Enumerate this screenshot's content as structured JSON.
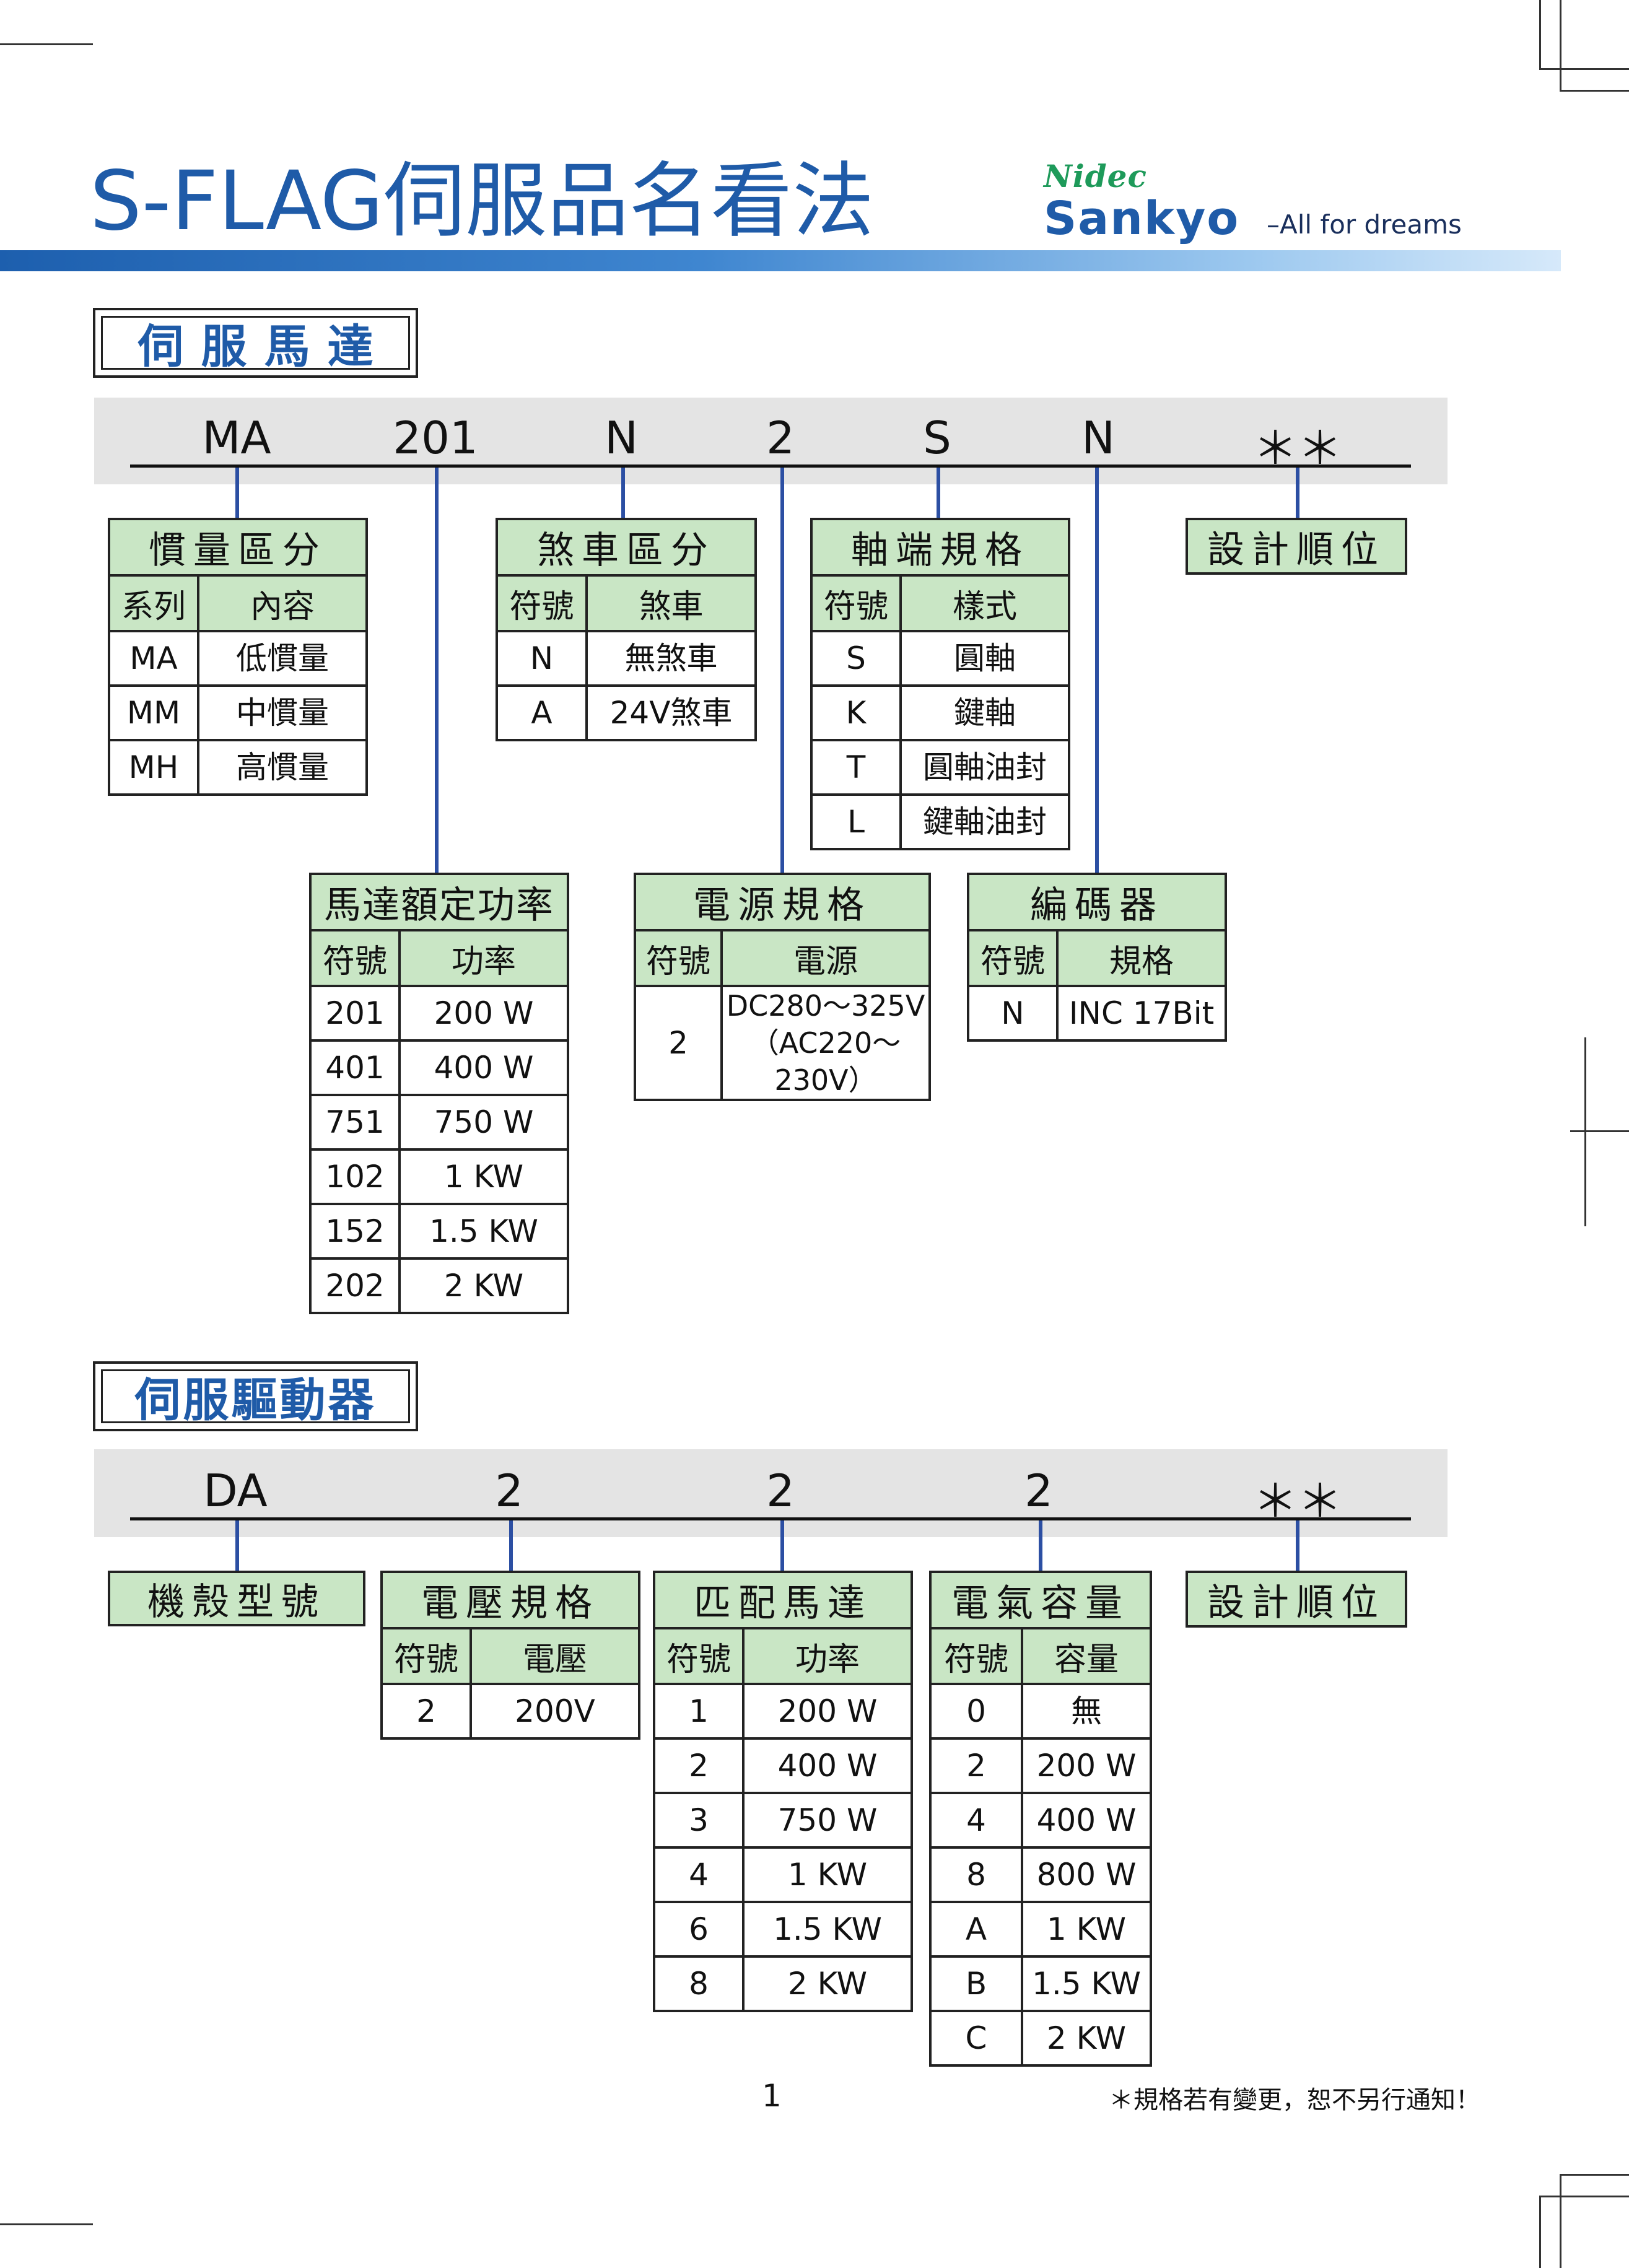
{
  "header": {
    "title": "S-FLAG伺服品名看法",
    "logo_nidec": "Nidec",
    "logo_sankyo": "Sankyo",
    "slogan": "All for dreams"
  },
  "motor": {
    "section_title": "伺服馬達",
    "code": [
      "MA",
      "201",
      "N",
      "2",
      "S",
      "N",
      "＊＊"
    ],
    "inertia": {
      "title": "慣量區分",
      "headers": [
        "系列",
        "內容"
      ],
      "rows": [
        [
          "MA",
          "低慣量"
        ],
        [
          "MM",
          "中慣量"
        ],
        [
          "MH",
          "高慣量"
        ]
      ]
    },
    "brake": {
      "title": "煞車區分",
      "headers": [
        "符號",
        "煞車"
      ],
      "rows": [
        [
          "N",
          "無煞車"
        ],
        [
          "A",
          "24V煞車"
        ]
      ]
    },
    "shaft": {
      "title": "軸端規格",
      "headers": [
        "符號",
        "樣式"
      ],
      "rows": [
        [
          "S",
          "圓軸"
        ],
        [
          "K",
          "鍵軸"
        ],
        [
          "T",
          "圓軸油封"
        ],
        [
          "L",
          "鍵軸油封"
        ]
      ]
    },
    "design_order": "設計順位",
    "power": {
      "title": "馬達額定功率",
      "headers": [
        "符號",
        "功率"
      ],
      "rows": [
        [
          "201",
          "200 W"
        ],
        [
          "401",
          "400 W"
        ],
        [
          "751",
          "750 W"
        ],
        [
          "102",
          "1 KW"
        ],
        [
          "152",
          "1.5 KW"
        ],
        [
          "202",
          "2 KW"
        ]
      ]
    },
    "supply": {
      "title": "電源規格",
      "headers": [
        "符號",
        "電源"
      ],
      "rows": [
        [
          "2",
          "DC280～325V",
          "（AC220～230V）"
        ]
      ]
    },
    "encoder": {
      "title": "編碼器",
      "headers": [
        "符號",
        "規格"
      ],
      "rows": [
        [
          "N",
          "INC 17Bit"
        ]
      ]
    }
  },
  "drive": {
    "section_title": "伺服驅動器",
    "code": [
      "DA",
      "2",
      "2",
      "2",
      "＊＊"
    ],
    "model": "機殼型號",
    "voltage": {
      "title": "電壓規格",
      "headers": [
        "符號",
        "電壓"
      ],
      "rows": [
        [
          "2",
          "200V"
        ]
      ]
    },
    "matching": {
      "title": "匹配馬達",
      "headers": [
        "符號",
        "功率"
      ],
      "rows": [
        [
          "1",
          "200 W"
        ],
        [
          "2",
          "400 W"
        ],
        [
          "3",
          "750 W"
        ],
        [
          "4",
          "1 KW"
        ],
        [
          "6",
          "1.5 KW"
        ],
        [
          "8",
          "2 KW"
        ]
      ]
    },
    "capacity": {
      "title": "電氣容量",
      "headers": [
        "符號",
        "容量"
      ],
      "rows": [
        [
          "0",
          "無"
        ],
        [
          "2",
          "200 W"
        ],
        [
          "4",
          "400 W"
        ],
        [
          "8",
          "800 W"
        ],
        [
          "A",
          "1 KW"
        ],
        [
          "B",
          "1.5 KW"
        ],
        [
          "C",
          "2 KW"
        ]
      ]
    },
    "design_order": "設計順位"
  },
  "footer": {
    "page_number": "1",
    "note": "＊規格若有變更，恕不另行通知！"
  }
}
